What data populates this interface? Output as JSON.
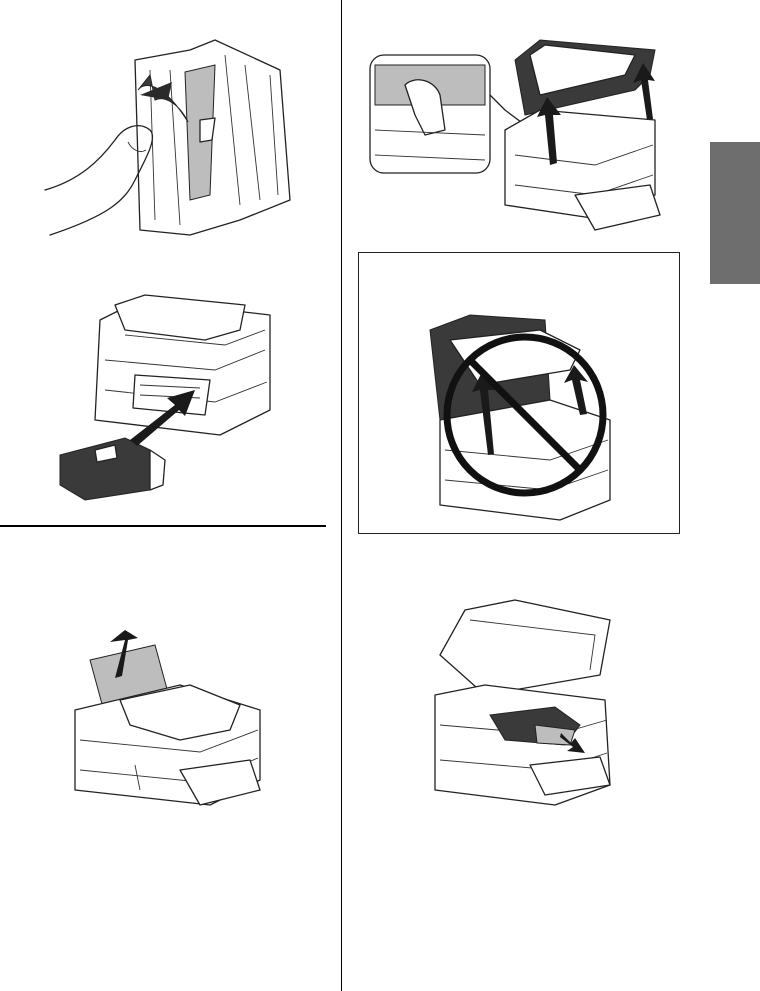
{
  "page": {
    "background": "#ffffff",
    "rule_color": "#000000",
    "side_tab_color": "#6e6e6e"
  },
  "illustrations": [
    {
      "id": "fig-open-rear-cover",
      "icon": "rear-cover-jam-icon"
    },
    {
      "id": "fig-reattach-rear-cover",
      "icon": "rear-unit-insert-icon"
    },
    {
      "id": "fig-remove-paper-from-rear-feed",
      "icon": "paper-pull-up-icon"
    },
    {
      "id": "fig-open-scanner-unit",
      "icon": "scanner-lift-icon"
    },
    {
      "id": "fig-do-not-open-adf-only",
      "icon": "prohibited-icon"
    },
    {
      "id": "fig-remove-paper-inside",
      "icon": "paper-pull-out-icon"
    }
  ]
}
